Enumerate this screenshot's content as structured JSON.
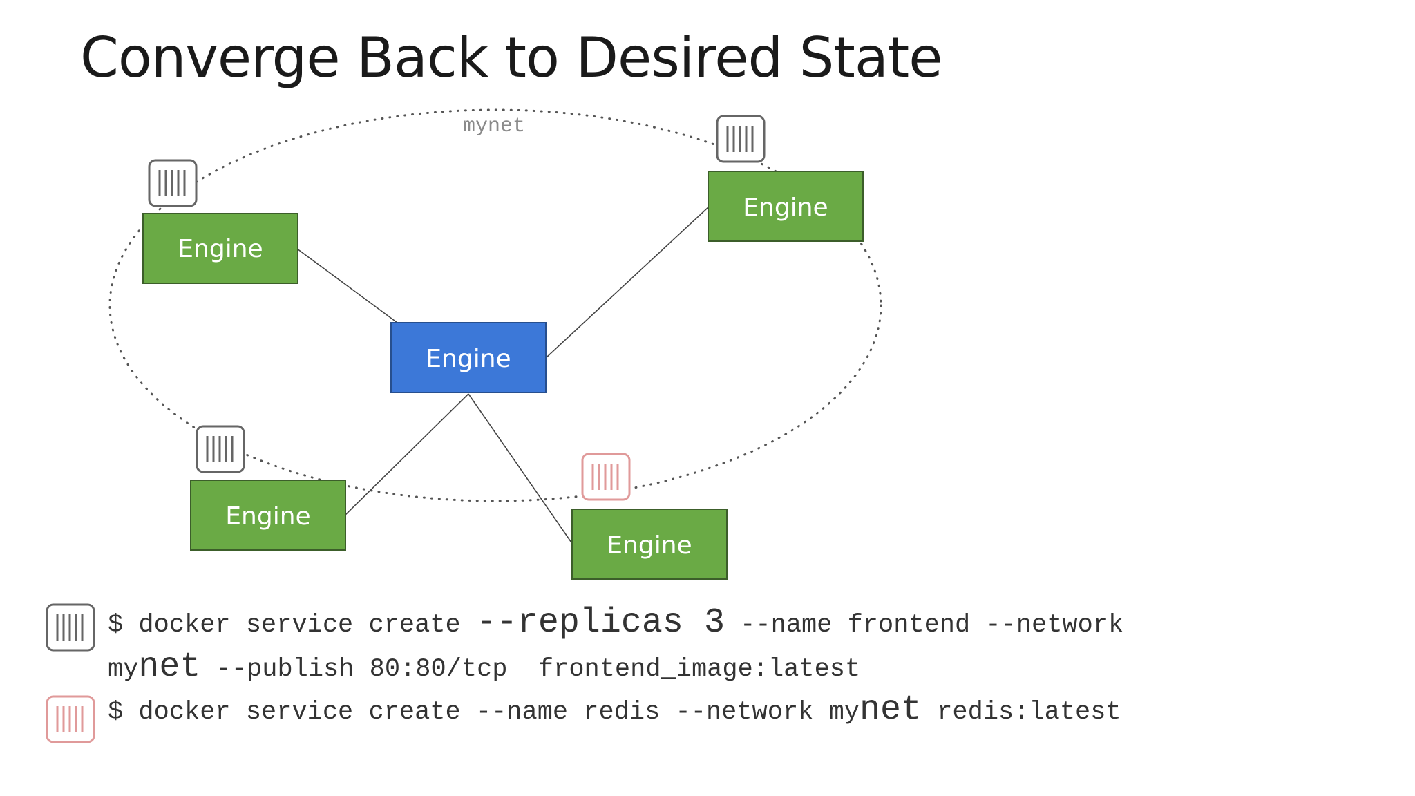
{
  "title": "Converge Back to Desired State",
  "network_label": "mynet",
  "engine_label": "Engine",
  "colors": {
    "worker_engine": "#6aaa45",
    "manager_engine": "#3c78d8",
    "container_default": "#666666",
    "container_redis": "#e09a9a"
  },
  "commands": {
    "frontend": {
      "prefix": "$ docker service create ",
      "replicas": "--replicas 3",
      "middle": " --name frontend --network",
      "line2_a": "my",
      "line2_net": "net",
      "line2_rest": " --publish 80:80/tcp  frontend_image:latest"
    },
    "redis": {
      "prefix": "$ docker service create --name redis --network my",
      "net": "net",
      "rest": " redis:latest"
    }
  }
}
